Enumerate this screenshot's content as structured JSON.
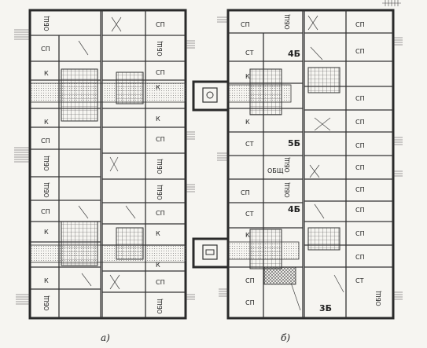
{
  "plan_a": {
    "caption": "а)",
    "left_labels": [
      "ОБЩ",
      "СП",
      "К",
      "К",
      "СП",
      "ОБЩ",
      "ОБЩ",
      "СП",
      "К",
      "К",
      "ОБЩ"
    ],
    "right_labels": [
      "СП",
      "ОБЩ",
      "СП",
      "К",
      "К",
      "СП",
      "ОБЩ",
      "ОБЩ",
      "СП",
      "К",
      "К",
      "СП",
      "ОБЩ"
    ]
  },
  "plan_b": {
    "caption": "б)",
    "left_labels": [
      "СП",
      "СТ",
      "К",
      "К",
      "СТ",
      "ОБЩ",
      "СП",
      "СТ",
      "К",
      "СП",
      "СП"
    ],
    "section_labels": [
      "4Б",
      "5Б",
      "4Б",
      "3Б"
    ],
    "vertical_labels": [
      "ОБЩ",
      "ОБЩ",
      "ОБЩ"
    ],
    "right_labels": [
      "СП",
      "СП",
      "СП",
      "СП",
      "СП",
      "СП",
      "СП",
      "СП",
      "СП",
      "СП",
      "СТ",
      "ОБЩ"
    ]
  },
  "colors": {
    "ink": "#2a2a2a",
    "paper": "#f6f5f1",
    "hatch": "#555555"
  }
}
